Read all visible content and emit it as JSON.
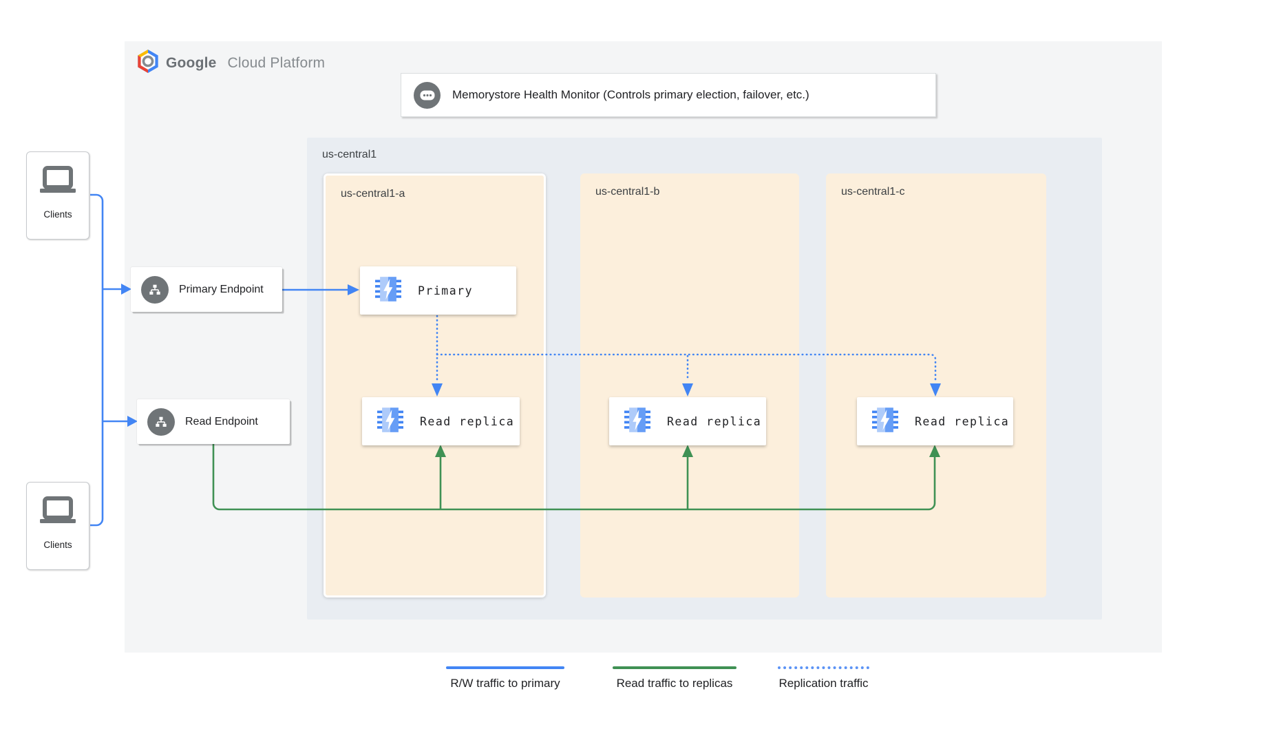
{
  "brand": {
    "bold": "Google",
    "light": "Cloud Platform"
  },
  "monitor": {
    "label": "Memorystore Health Monitor (Controls primary election, failover, etc.)"
  },
  "clients": {
    "top_label": "Clients",
    "bottom_label": "Clients"
  },
  "endpoints": {
    "primary_label": "Primary Endpoint",
    "read_label": "Read Endpoint"
  },
  "region": {
    "label": "us-central1",
    "zones": [
      {
        "label": "us-central1-a"
      },
      {
        "label": "us-central1-b"
      },
      {
        "label": "us-central1-c"
      }
    ]
  },
  "instances": {
    "primary_label": "Primary",
    "replica_a_label": "Read replica",
    "replica_b_label": "Read replica",
    "replica_c_label": "Read replica"
  },
  "legend": {
    "items": [
      {
        "label": "R/W traffic to primary",
        "style": "solid-blue"
      },
      {
        "label": "Read traffic to replicas",
        "style": "solid-green"
      },
      {
        "label": "Replication traffic",
        "style": "dotted-blue"
      }
    ]
  },
  "icons": {
    "brand": "gcp-hexagon-icon",
    "monitor": "console-dots-icon",
    "clients": "laptop-icon",
    "endpoint": "network-sitemap-icon",
    "instance": "memorystore-chip-icon"
  },
  "colors": {
    "traffic_blue": "#4285f4",
    "traffic_green": "#3f9154",
    "zone_fill": "#fcefdc",
    "region_fill": "#e9edf2",
    "panel_fill": "#f4f5f6",
    "icon_gray": "#6f7477"
  }
}
